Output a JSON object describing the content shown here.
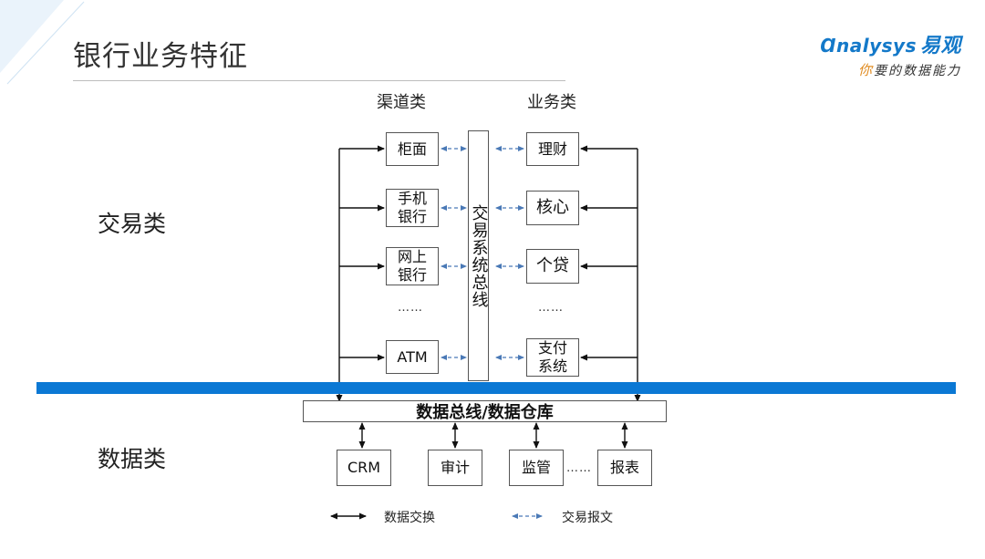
{
  "slide": {
    "title": "银行业务特征"
  },
  "brand": {
    "name_en": "Ɑnalysys",
    "name_cn": "易观",
    "tagline_first": "你",
    "tagline_rest": "要的数据能力"
  },
  "diagram": {
    "channel_header": "渠道类",
    "business_header": "业务类",
    "transaction_label": "交易类",
    "data_label": "数据类",
    "transaction_bus": "交易系统总线",
    "data_bus": "数据总线/数据仓库",
    "channels": [
      "柜面",
      "手机银行",
      "网上银行",
      "……",
      "ATM"
    ],
    "businesses": [
      "理财",
      "核心",
      "个贷",
      "……",
      "支付系统"
    ],
    "data_systems": [
      "CRM",
      "审计",
      "监管",
      "……",
      "报表"
    ]
  },
  "legend": {
    "data_exchange": "数据交换",
    "transaction_message": "交易报文"
  },
  "colors": {
    "accent_band": "#0b78d4",
    "dashed_arrow": "#4a79b6",
    "solid_arrow": "#111111",
    "brand_blue": "#1479c9",
    "brand_orange": "#e08a1e"
  }
}
